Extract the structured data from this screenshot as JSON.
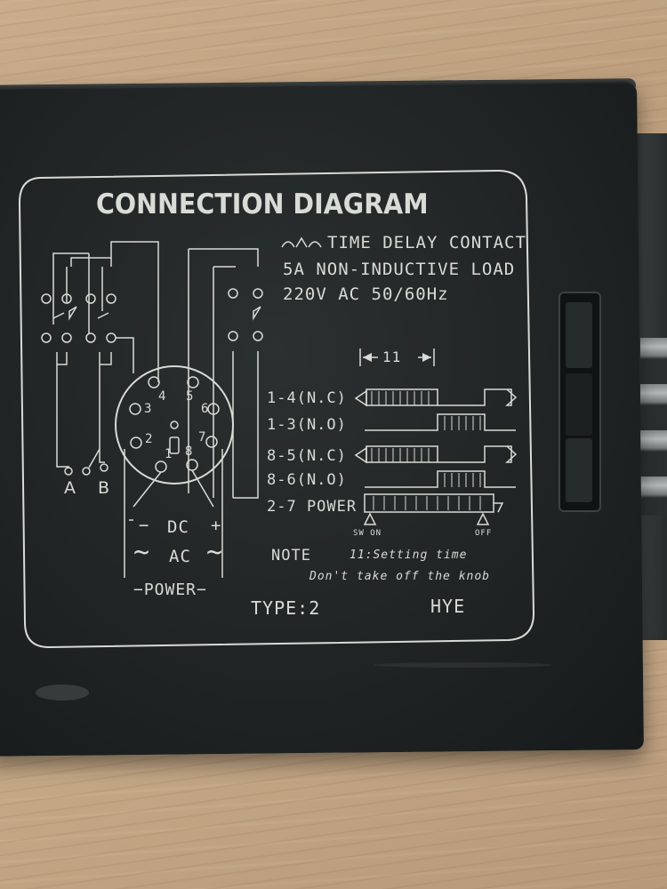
{
  "diagram": {
    "title": "CONNECTION DIAGRAM",
    "contact_text": "TIME DELAY CONTACT",
    "load_text": "5A NON-INDUCTIVE LOAD",
    "voltage_text": "220V AC 50/60Hz",
    "setting_marker": "11",
    "socket_pins": [
      "1",
      "2",
      "3",
      "4",
      "5",
      "6",
      "7",
      "8"
    ],
    "switch_a": "A",
    "switch_b": "B",
    "dc_label": "DC",
    "ac_label": "AC",
    "minus_sign": "−",
    "plus_sign": "+",
    "tilde": "~",
    "power_label": "−POWER−",
    "timing_rows": [
      "1-4(N.C)",
      "1-3(N.O)",
      "8-5(N.C)",
      "8-6(N.O)",
      "2-7 POWER"
    ],
    "timing_start": "SW ON",
    "timing_end": "OFF",
    "note_label": "NOTE",
    "note_line1": "11:Setting time",
    "note_line2": "Don't take off the knob",
    "type_label": "TYPE:2",
    "brand": "HYE"
  },
  "colors": {
    "engraving": "#d9dbd6",
    "housing": "#1f2323",
    "table": "#c4a886"
  }
}
